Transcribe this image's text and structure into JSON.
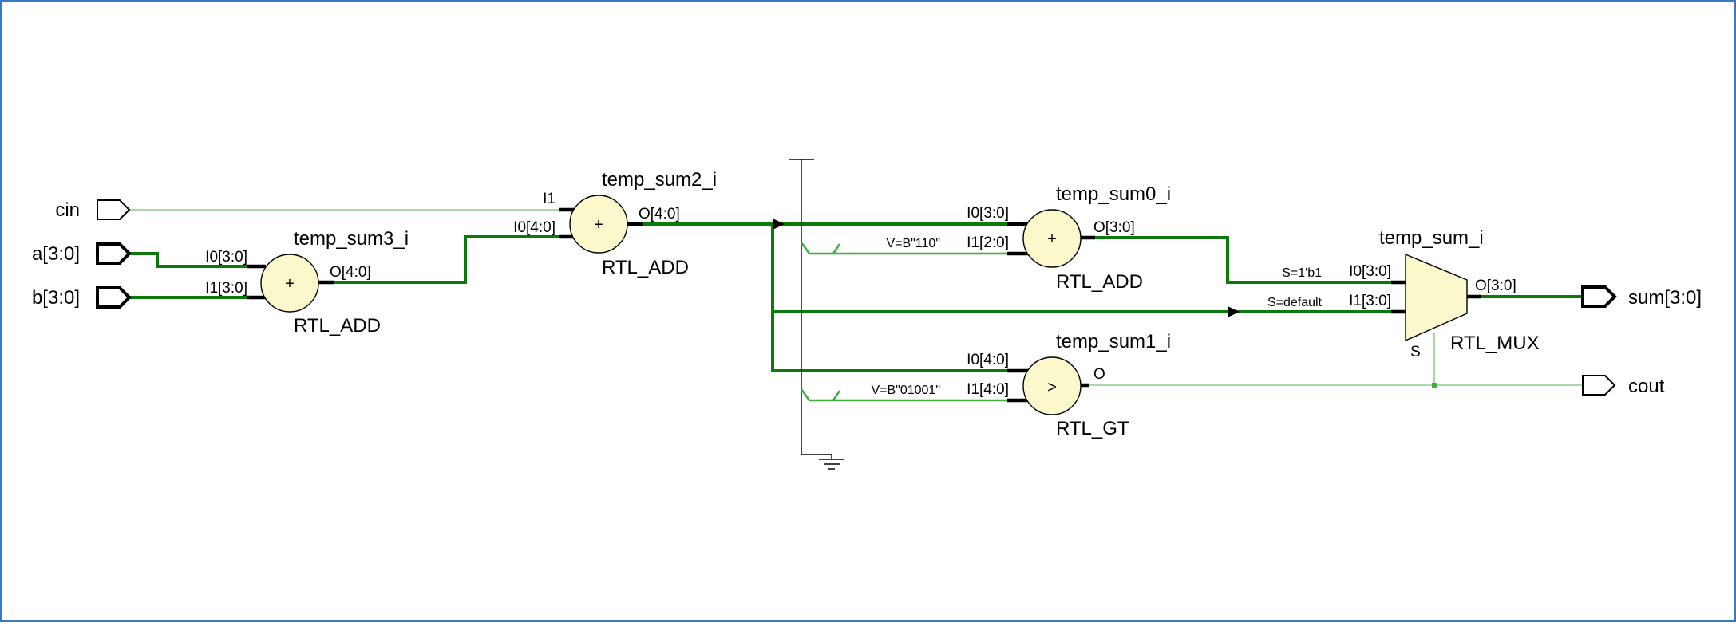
{
  "ports": {
    "inputs": [
      "cin",
      "a[3:0]",
      "b[3:0]"
    ],
    "outputs": [
      "sum[3:0]",
      "cout"
    ]
  },
  "cells": {
    "temp_sum3": {
      "instance": "temp_sum3_i",
      "type": "RTL_ADD",
      "op": "+",
      "pins": {
        "i0": "I0[3:0]",
        "i1": "I1[3:0]",
        "o": "O[4:0]"
      }
    },
    "temp_sum2": {
      "instance": "temp_sum2_i",
      "type": "RTL_ADD",
      "op": "+",
      "pins": {
        "i0": "I0[4:0]",
        "i1": "I1",
        "o": "O[4:0]"
      }
    },
    "temp_sum0": {
      "instance": "temp_sum0_i",
      "type": "RTL_ADD",
      "op": "+",
      "pins": {
        "i0": "I0[3:0]",
        "i1": "I1[2:0]",
        "o": "O[3:0]"
      }
    },
    "temp_sum1": {
      "instance": "temp_sum1_i",
      "type": "RTL_GT",
      "op": ">",
      "pins": {
        "i0": "I0[4:0]",
        "i1": "I1[4:0]",
        "o": "O"
      }
    },
    "temp_sum": {
      "instance": "temp_sum_i",
      "type": "RTL_MUX",
      "pins": {
        "i0": "I0[3:0]",
        "i1": "I1[3:0]",
        "o": "O[3:0]",
        "s": "S"
      }
    }
  },
  "constants": {
    "c110": "V=B\"110\"",
    "c01001": "V=B\"01001\""
  },
  "selectors": {
    "s1": "S=1'b1",
    "sdef": "S=default"
  },
  "colors": {
    "bus": "#0a7a0a",
    "bus_light": "#3fae3f",
    "wire": "#8fca8f",
    "cell_fill": "#fbf8cc",
    "frame": "#3b78c4"
  }
}
